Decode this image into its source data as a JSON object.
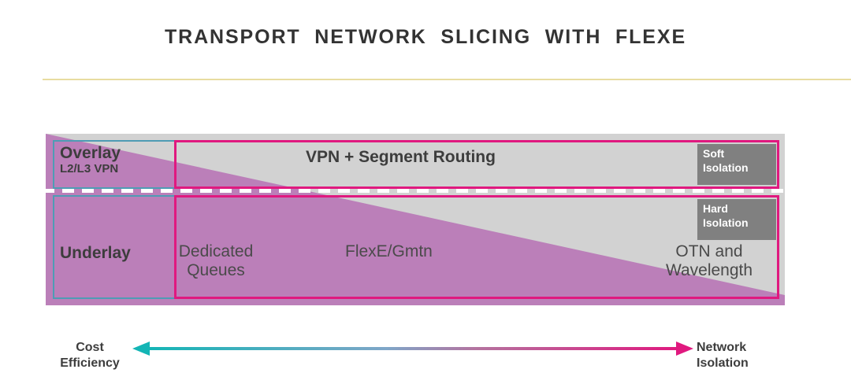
{
  "title": "TRANSPORT  NETWORK  SLICING  WITH  FLEXE",
  "diagram": {
    "overlay": {
      "name": "Overlay",
      "subtitle": "L2/L3 VPN",
      "center_label": "VPN + Segment Routing",
      "isolation_badge": "Soft\nIsolation"
    },
    "underlay": {
      "name": "Underlay",
      "left_label": "Dedicated\nQueues",
      "middle_label": "FlexE/Gmtn",
      "right_label": "OTN and\nWavelength",
      "isolation_badge": "Hard\nIsolation"
    }
  },
  "axis": {
    "left_label": "Cost\nEfficiency",
    "right_label": "Network\nIsolation",
    "left_arrow_color": "#13b5b5",
    "right_arrow_color": "#e0197f"
  },
  "colors": {
    "purple_wedge": "#bb7fb9",
    "gray_fill": "#d2d2d2",
    "teal_border": "#4e9cb4",
    "pink_border": "#e0197f",
    "badge_gray": "#808080",
    "divider_gold": "#e8dca0",
    "text_dark": "#3d3d3d"
  }
}
